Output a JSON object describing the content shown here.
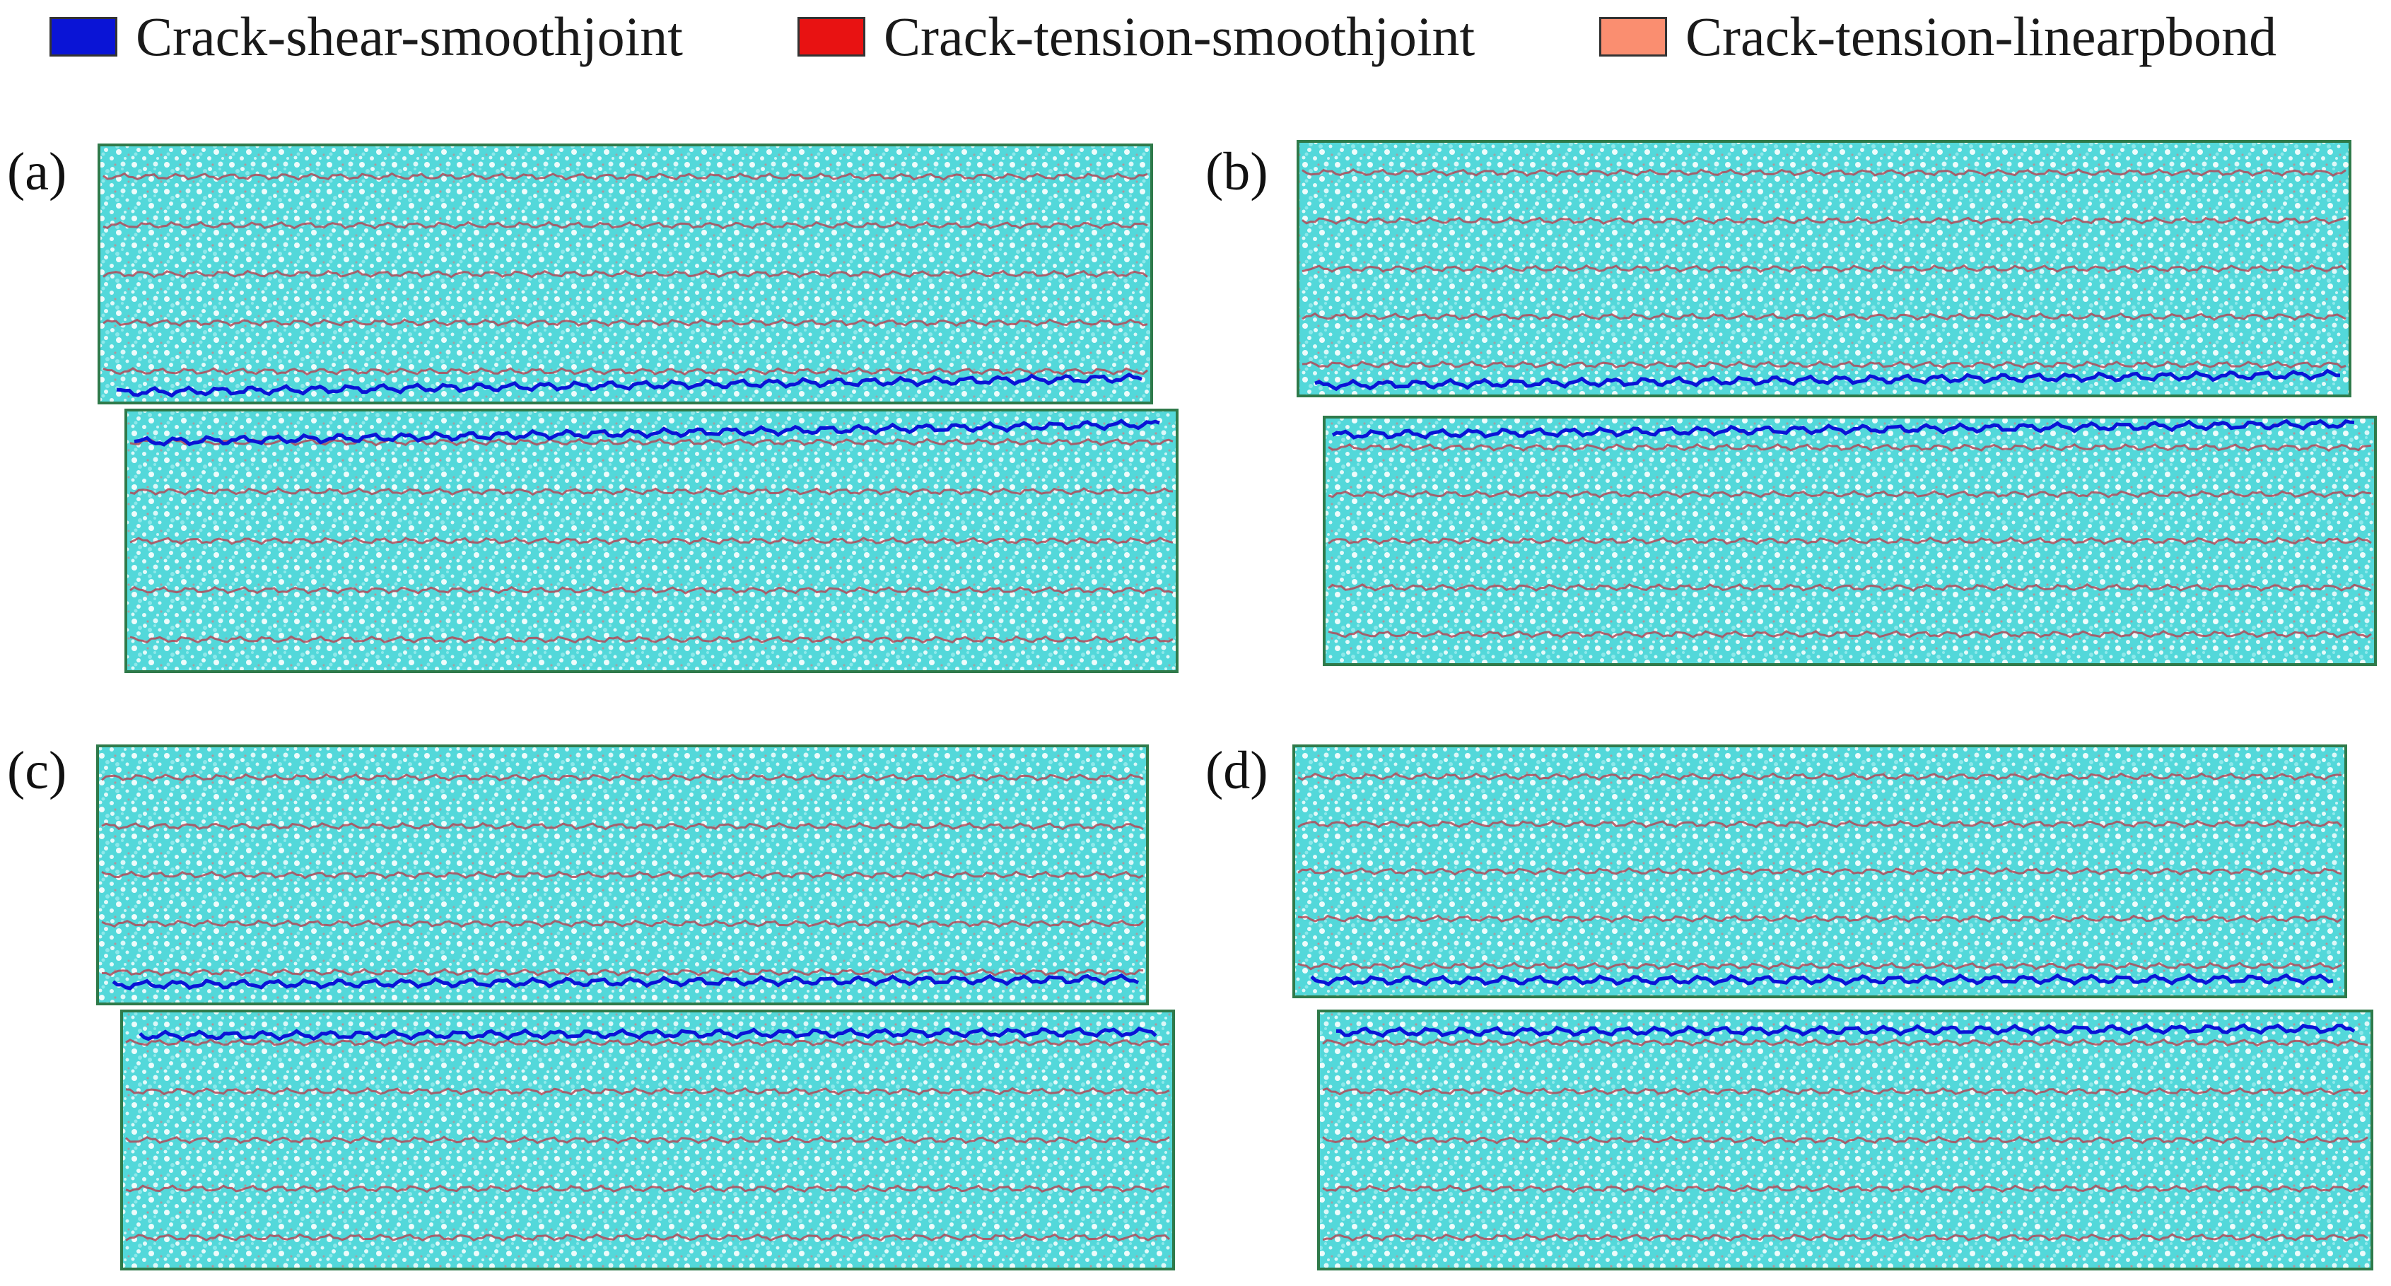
{
  "legend": {
    "items": [
      {
        "label": "Crack-shear-smoothjoint",
        "color": "#0a14d6"
      },
      {
        "label": "Crack-tension-smoothjoint",
        "color": "#e81212"
      },
      {
        "label": "Crack-tension-linearpbond",
        "color": "#fa8e70"
      }
    ]
  },
  "panels": [
    {
      "label": "(a)"
    },
    {
      "label": "(b)"
    },
    {
      "label": "(c)"
    },
    {
      "label": "(d)"
    }
  ],
  "colors": {
    "particle_fill": "#53d8da",
    "particle_light": "#8ee8ea",
    "frame": "#2f7a4a",
    "joint": "#b24a58",
    "shear_crack": "#0a14d6"
  }
}
